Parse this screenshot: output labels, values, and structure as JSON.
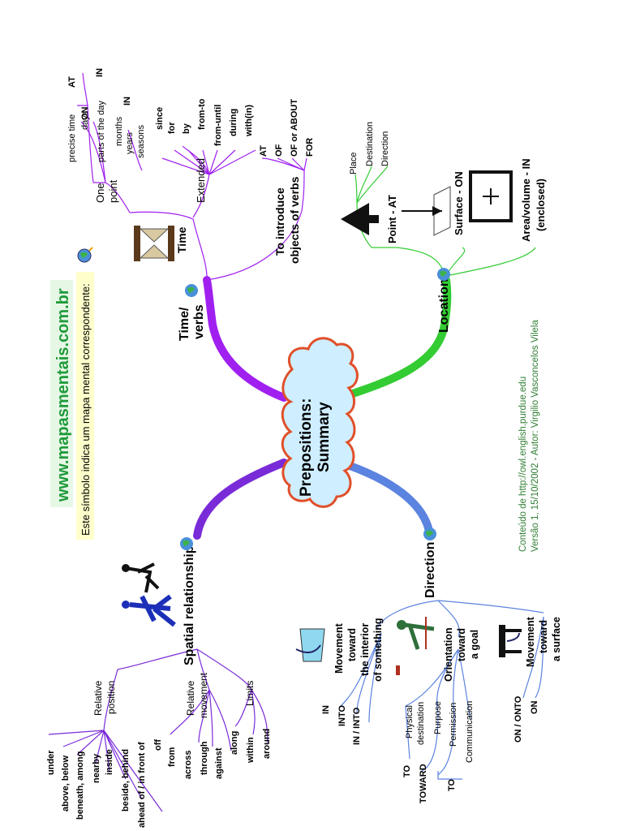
{
  "center": {
    "line1": "Prepositions:",
    "line2": "Summary"
  },
  "header": {
    "site": "www.mapasmentais.com.br",
    "symbol_note": "Este símbolo indica um mapa mental correspondente:"
  },
  "credits": {
    "line1": "Conteúdo de http://owl.english.purdue.edu",
    "line2": "Versão 1,  15/10/2002 - Autor: Virgilio Vasconcelos Vilela"
  },
  "branches": {
    "time_verbs": {
      "line1": "Time/",
      "line2": "verbs"
    },
    "location": "Location",
    "direction": "Direction",
    "spatial": "Spatial relationship"
  },
  "time": {
    "label": "Time",
    "one_point": {
      "line1": "One",
      "line2": "point"
    },
    "extended": "Extended",
    "precise_time": "precise time",
    "days": "days",
    "parts_of_day": "parts of the day",
    "months_years_seasons": [
      "months",
      "years",
      "seasons"
    ],
    "at": "AT",
    "on": "ON",
    "in1": "IN",
    "in2": "IN",
    "extended_items": [
      "since",
      "for",
      "by",
      "from-to",
      "from-until",
      "during",
      "with(in)"
    ],
    "objects": {
      "line1": "To introduce",
      "line2": "objects of verbs"
    },
    "object_items": [
      "AT",
      "OF",
      "OF or ABOUT",
      "FOR"
    ]
  },
  "location": {
    "place": "Place",
    "destination": "Destination",
    "direction": "Direction",
    "point": "Point - AT",
    "surface": "Surface - ON",
    "area": {
      "line1": "Area/volume - IN",
      "line2": "(enclosed)"
    }
  },
  "direction": {
    "interior": [
      "Movement",
      "toward",
      "the interior",
      "of something"
    ],
    "orientation": [
      "Orientation",
      "toward",
      "a goal"
    ],
    "surface": [
      "Movement",
      "toward",
      "a surface"
    ],
    "in_items": [
      "IN",
      "INTO",
      "IN / INTO"
    ],
    "physical_destination": [
      "Physical",
      "destination"
    ],
    "purpose": "Purpose",
    "permission": "Permission",
    "communication": "Communication",
    "to": "TO",
    "toward": "TOWARD",
    "to2": "TO",
    "on_onto": "ON / ONTO",
    "on": "ON"
  },
  "spatial": {
    "relative_position": [
      "Relative",
      "position"
    ],
    "relative_movement": [
      "Relative",
      "movement"
    ],
    "limits": "Limits",
    "position_items": [
      "under",
      "above, below",
      "beneath, among",
      "nearby",
      "inside",
      "beside, behind",
      "ahead of / in front of",
      "off"
    ],
    "movement_items": [
      "from",
      "across",
      "through",
      "against"
    ],
    "limit_items": [
      "along",
      "within",
      "around"
    ]
  },
  "colors": {
    "purple": "#a020f0",
    "green": "#33cc33",
    "blue": "#5b83e0",
    "cloud_fill": "#cfeeff",
    "cloud_stroke": "#e0502a",
    "site_green": "#1f9a3a",
    "note_bg": "#ffffcc",
    "credit_green": "#2e7d32"
  }
}
